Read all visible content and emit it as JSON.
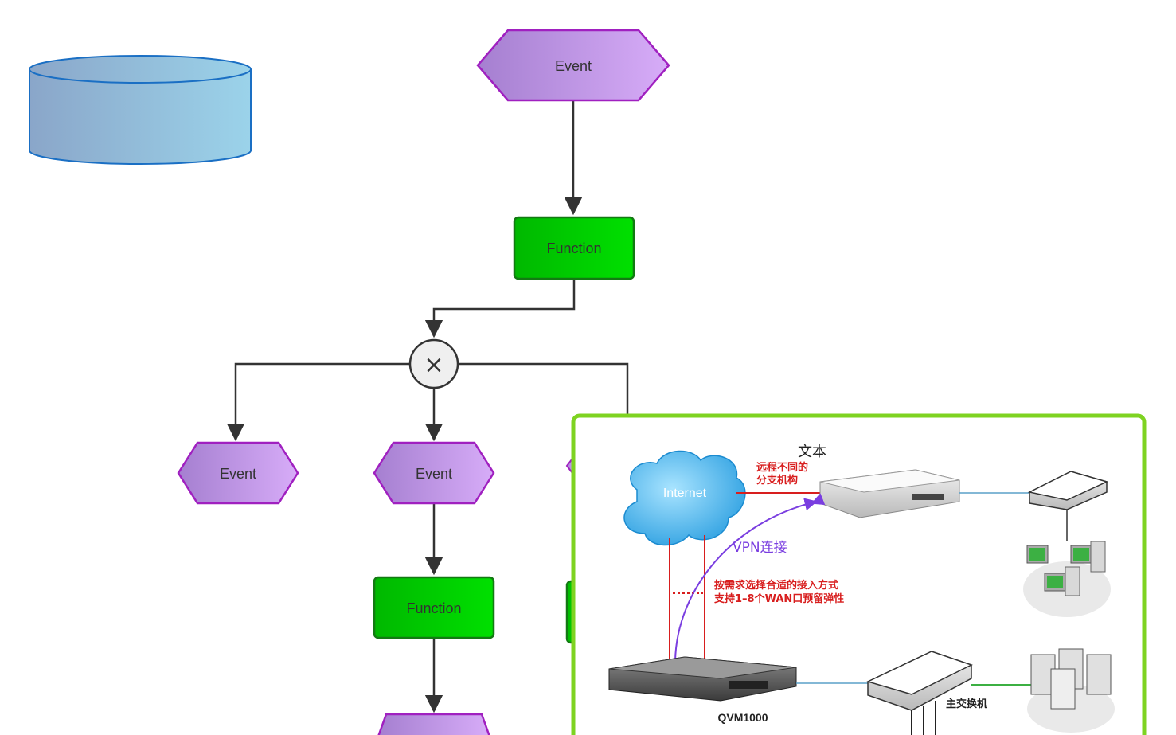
{
  "diagram": {
    "top_event": "Event",
    "function_1": "Function",
    "xor_symbol": "×",
    "event_left": "Event",
    "event_middle": "Event",
    "function_2": "Function"
  },
  "network_image": {
    "caption": "文本",
    "internet_label": "Internet",
    "branch_label_line1": "远程不同的",
    "branch_label_line2": "分支机构",
    "vpn_label": "VPN连接",
    "access_line1": "按需求选择合适的接入方式",
    "access_line2": "支持1–8个WAN口预留弹性",
    "device_model": "QVM1000",
    "main_switch": "主交换机"
  },
  "colors": {
    "event_purple_start": "#a57fd0",
    "event_purple_end": "#d3a8f5",
    "event_stroke": "#a020c0",
    "function_green": "#00c000",
    "function_stroke": "#137a13",
    "frame_green": "#7ed321",
    "db_blue": "#8fb8d8"
  }
}
